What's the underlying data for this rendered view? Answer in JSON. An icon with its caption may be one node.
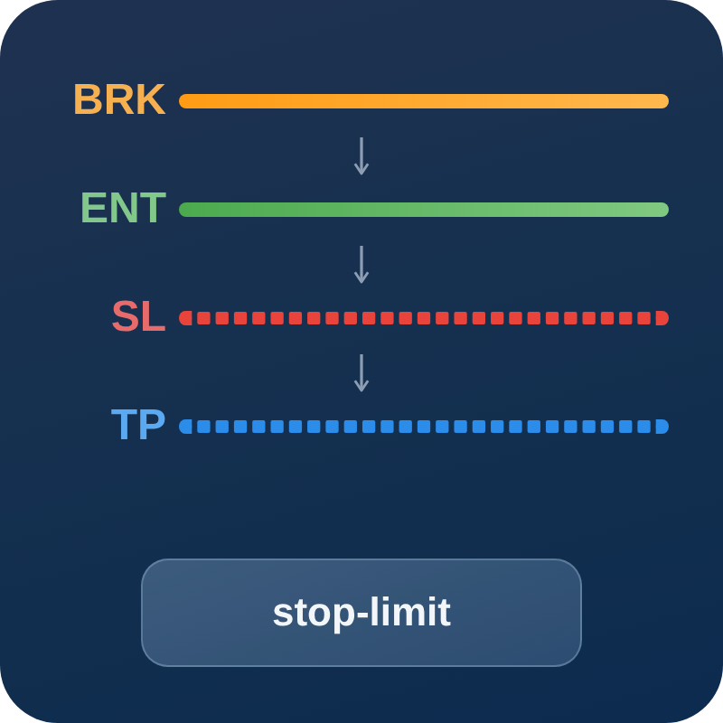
{
  "diagram": {
    "nodes": [
      {
        "text": [
          "BRK"
        ]
      },
      {
        "text": [
          "ENT"
        ]
      },
      {
        "text": [
          "SL"
        ]
      },
      {
        "text": [
          "TP"
        ]
      },
      {
        "text": [
          "stop-limit"
        ]
      }
    ],
    "edges": [
      {
        "from": 0,
        "to": 1,
        "arrow": "to"
      },
      {
        "from": 1,
        "to": 2,
        "arrow": "to"
      },
      {
        "from": 2,
        "to": 3,
        "arrow": "to"
      }
    ]
  }
}
